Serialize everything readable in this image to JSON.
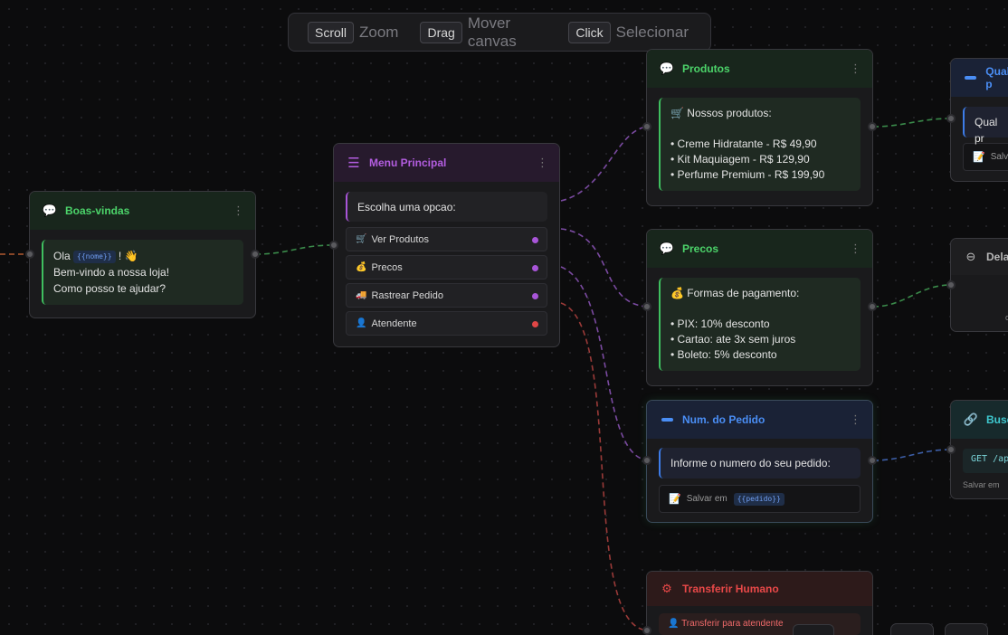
{
  "hints": [
    {
      "key": "Scroll",
      "label": "Zoom"
    },
    {
      "key": "Drag",
      "label": "Mover canvas"
    },
    {
      "key": "Click",
      "label": "Selecionar"
    }
  ],
  "nodes": {
    "boas_vindas": {
      "title": "Boas-vindas",
      "greeting_pre": "Ola",
      "var": "{{nome}}",
      "greeting_post": "! 👋",
      "line2": "Bem-vindo a nossa loja!",
      "line3": "Como posso te ajudar?"
    },
    "menu": {
      "title": "Menu Principal",
      "prompt": "Escolha uma opcao:",
      "options": [
        {
          "icon": "🛒",
          "label": "Ver Produtos",
          "dot_color": "#a855d8"
        },
        {
          "icon": "💰",
          "label": "Precos",
          "dot_color": "#a855d8"
        },
        {
          "icon": "🚚",
          "label": "Rastrear Pedido",
          "dot_color": "#a855d8"
        },
        {
          "icon": "👤",
          "label": "Atendente",
          "dot_color": "#e04646"
        }
      ]
    },
    "produtos": {
      "title": "Produtos",
      "heading": "🛒 Nossos produtos:",
      "items": [
        "• Creme Hidratante - R$ 49,90",
        "• Kit Maquiagem - R$ 129,90",
        "• Perfume Premium - R$ 199,90"
      ]
    },
    "precos": {
      "title": "Precos",
      "heading": "💰 Formas de pagamento:",
      "items": [
        "• PIX: 10% desconto",
        "• Cartao: ate 3x sem juros",
        "• Boleto: 5% desconto"
      ]
    },
    "num_pedido": {
      "title": "Num. do Pedido",
      "prompt": "Informe o numero do seu pedido:",
      "save_label": "Salvar em",
      "save_var": "{{pedido}}"
    },
    "transferir": {
      "title": "Transferir Humano",
      "text": "Transferir para atendente"
    },
    "qual": {
      "title": "Qual p",
      "text": "Qual pr",
      "save": "Salv"
    },
    "delay": {
      "title": "Delay",
      "text": "c"
    },
    "busca": {
      "title": "Busc",
      "code": "GET /ap",
      "save": "Salvar em"
    }
  },
  "colors": {
    "edge_green": "#3a8a4a",
    "edge_purple": "#7a4aa0",
    "edge_blue": "#3d5fa8",
    "edge_red": "#9a3a38"
  }
}
